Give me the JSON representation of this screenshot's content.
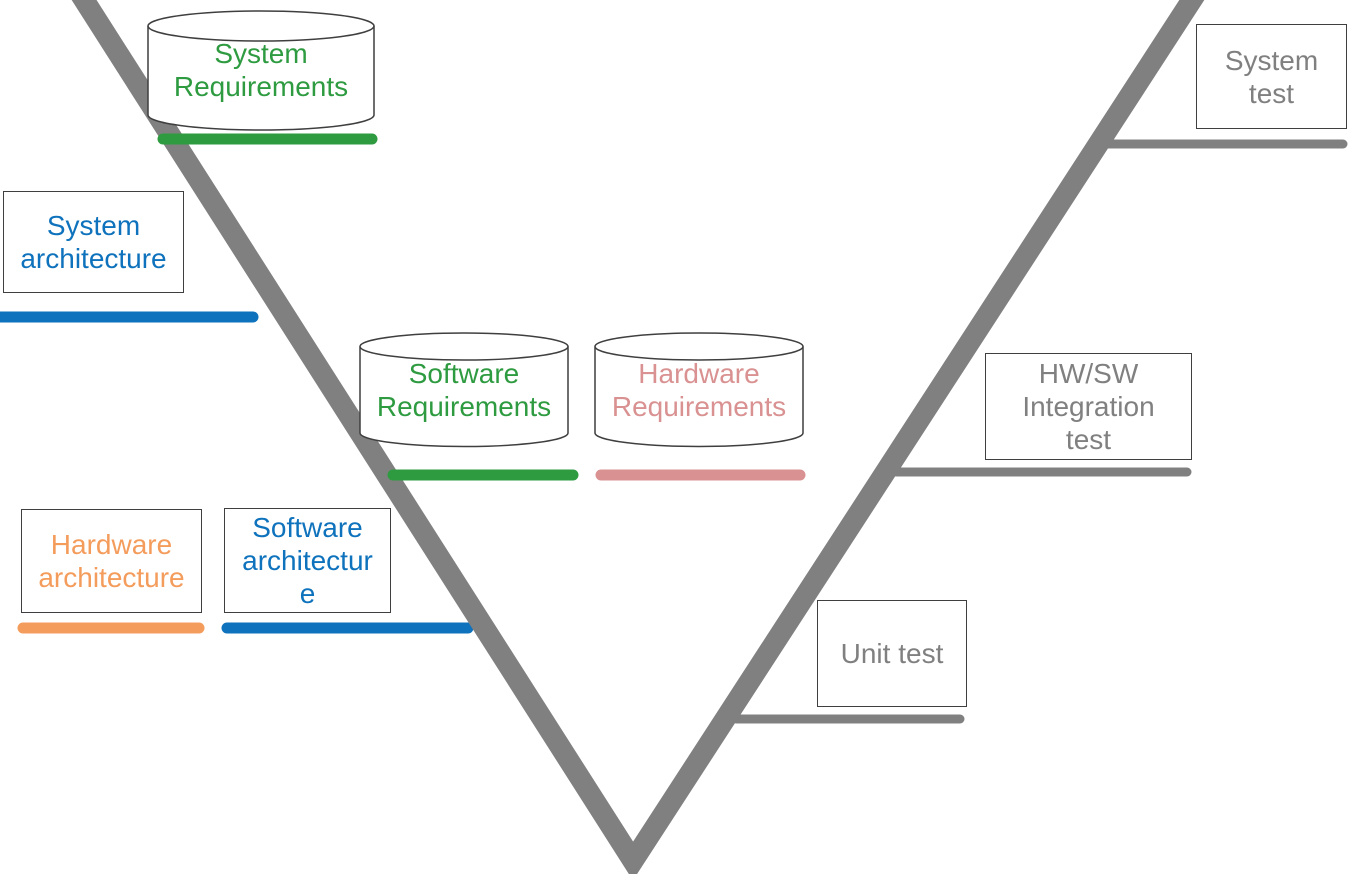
{
  "colors": {
    "green": "#2E9B41",
    "blue": "#0E72BC",
    "orange": "#F49C5C",
    "pink": "#D99191",
    "gray": "#808080",
    "outline": "#3F3F3F"
  },
  "requirements_stores": {
    "system_requirements": {
      "lines": [
        "System",
        "Requirements"
      ]
    },
    "software_requirements": {
      "lines": [
        "Software",
        "Requirements"
      ]
    },
    "hardware_requirements": {
      "lines": [
        "Hardware",
        "Requirements"
      ]
    }
  },
  "architecture_boxes": {
    "system_architecture": {
      "lines": [
        "System",
        "architecture"
      ]
    },
    "hardware_architecture": {
      "lines": [
        "Hardware",
        "architecture"
      ]
    },
    "software_architecture": {
      "lines": [
        "Software",
        "architectur",
        "e"
      ]
    }
  },
  "test_boxes": {
    "system_test": {
      "lines": [
        "System",
        "test"
      ]
    },
    "hw_sw_integration_test": {
      "lines": [
        "HW/SW",
        "Integration",
        "test"
      ]
    },
    "unit_test": {
      "lines": [
        "Unit test"
      ]
    }
  }
}
